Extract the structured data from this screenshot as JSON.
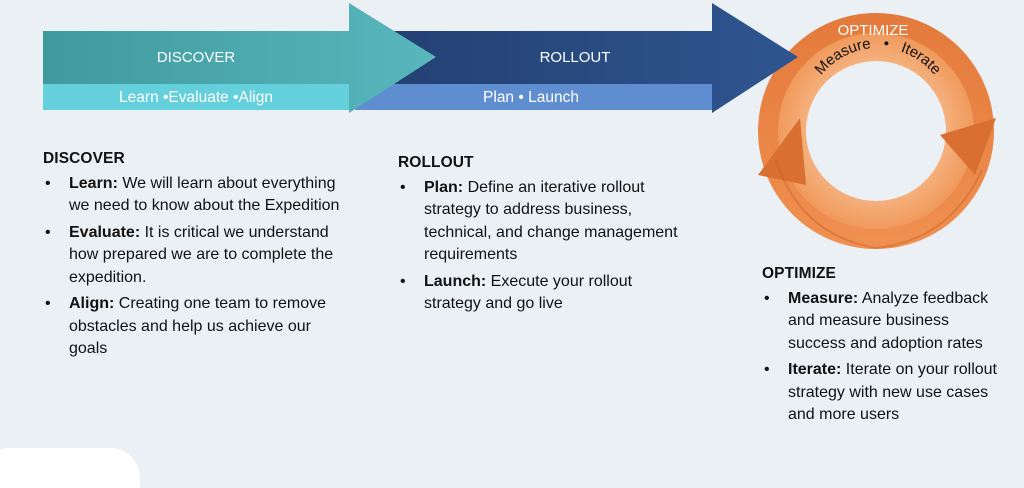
{
  "arrows": {
    "discover": {
      "title": "DISCOVER",
      "subtitle": "Learn •Evaluate •Align"
    },
    "rollout": {
      "title": "ROLLOUT",
      "subtitle": "Plan • Launch"
    },
    "optimize": {
      "title": "OPTIMIZE",
      "arc_text_1": "Measure",
      "arc_sep": "•",
      "arc_text_2": "Iterate"
    }
  },
  "sections": {
    "discover": {
      "heading": "DISCOVER",
      "items": [
        {
          "term": "Learn:",
          "text": " We will learn about everything we need to know about the Expedition"
        },
        {
          "term": "Evaluate:",
          "text": " It is critical we understand how prepared we are to complete the expedition."
        },
        {
          "term": "Align:",
          "text": " Creating one team to remove obstacles and help us achieve our goals"
        }
      ]
    },
    "rollout": {
      "heading": "ROLLOUT",
      "items": [
        {
          "term": "Plan:",
          "text": " Define an iterative rollout strategy to address business, technical, and change management requirements"
        },
        {
          "term": "Launch:",
          "text": " Execute your rollout strategy and go live"
        }
      ]
    },
    "optimize": {
      "heading": "OPTIMIZE",
      "items": [
        {
          "term": "Measure:",
          "text": " Analyze feedback and measure business success and adoption rates"
        },
        {
          "term": "Iterate:",
          "text": " Iterate on your rollout strategy with new use cases and more users"
        }
      ]
    }
  },
  "bullet": "•",
  "colors": {
    "background": "#ebf0f4",
    "discover_main": "#4aa3a8",
    "discover_sub": "#63d0dc",
    "rollout_main": "#2a4a7e",
    "rollout_sub": "#5e8ed0",
    "optimize_orange": "#e8834a",
    "optimize_light": "#f3a96e"
  }
}
